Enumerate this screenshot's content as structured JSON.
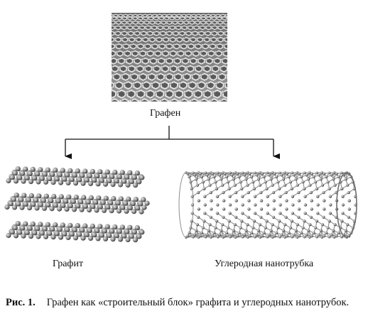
{
  "labels": {
    "graphene": "Графен",
    "graphite": "Графит",
    "nanotube": "Углеродная нанотрубка"
  },
  "caption": {
    "number": "Рис. 1.",
    "text": "Графен как «строительный блок» графита и углеродных нанотрубок."
  }
}
